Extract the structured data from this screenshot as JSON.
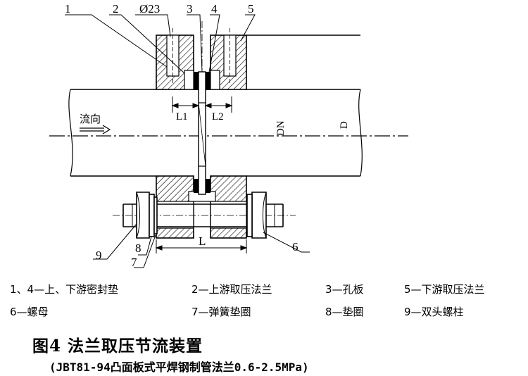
{
  "diagram": {
    "labels": {
      "part1": "1",
      "part2": "2",
      "part3": "3",
      "part4": "4",
      "part5": "5",
      "part6": "6",
      "part7": "7",
      "part8": "8",
      "part9": "9",
      "diameter": "Ø23",
      "l1": "L1",
      "l2": "L2",
      "l": "L",
      "dn": "DN",
      "d": "D",
      "flow": "流向"
    }
  },
  "legend": [
    {
      "text": "1、4—上、下游密封垫"
    },
    {
      "text": "2—上游取压法兰"
    },
    {
      "text": "3—孔板"
    },
    {
      "text": "5—下游取压法兰"
    },
    {
      "text": "6—螺母"
    },
    {
      "text": "7—弹簧垫圈"
    },
    {
      "text": "8—垫圈"
    },
    {
      "text": "9—双头螺柱"
    }
  ],
  "figure": {
    "title": "图4  法兰取压节流装置",
    "subtitle": "(JBT81-94凸面板式平焊钢制管法兰0.6-2.5MPa)"
  }
}
